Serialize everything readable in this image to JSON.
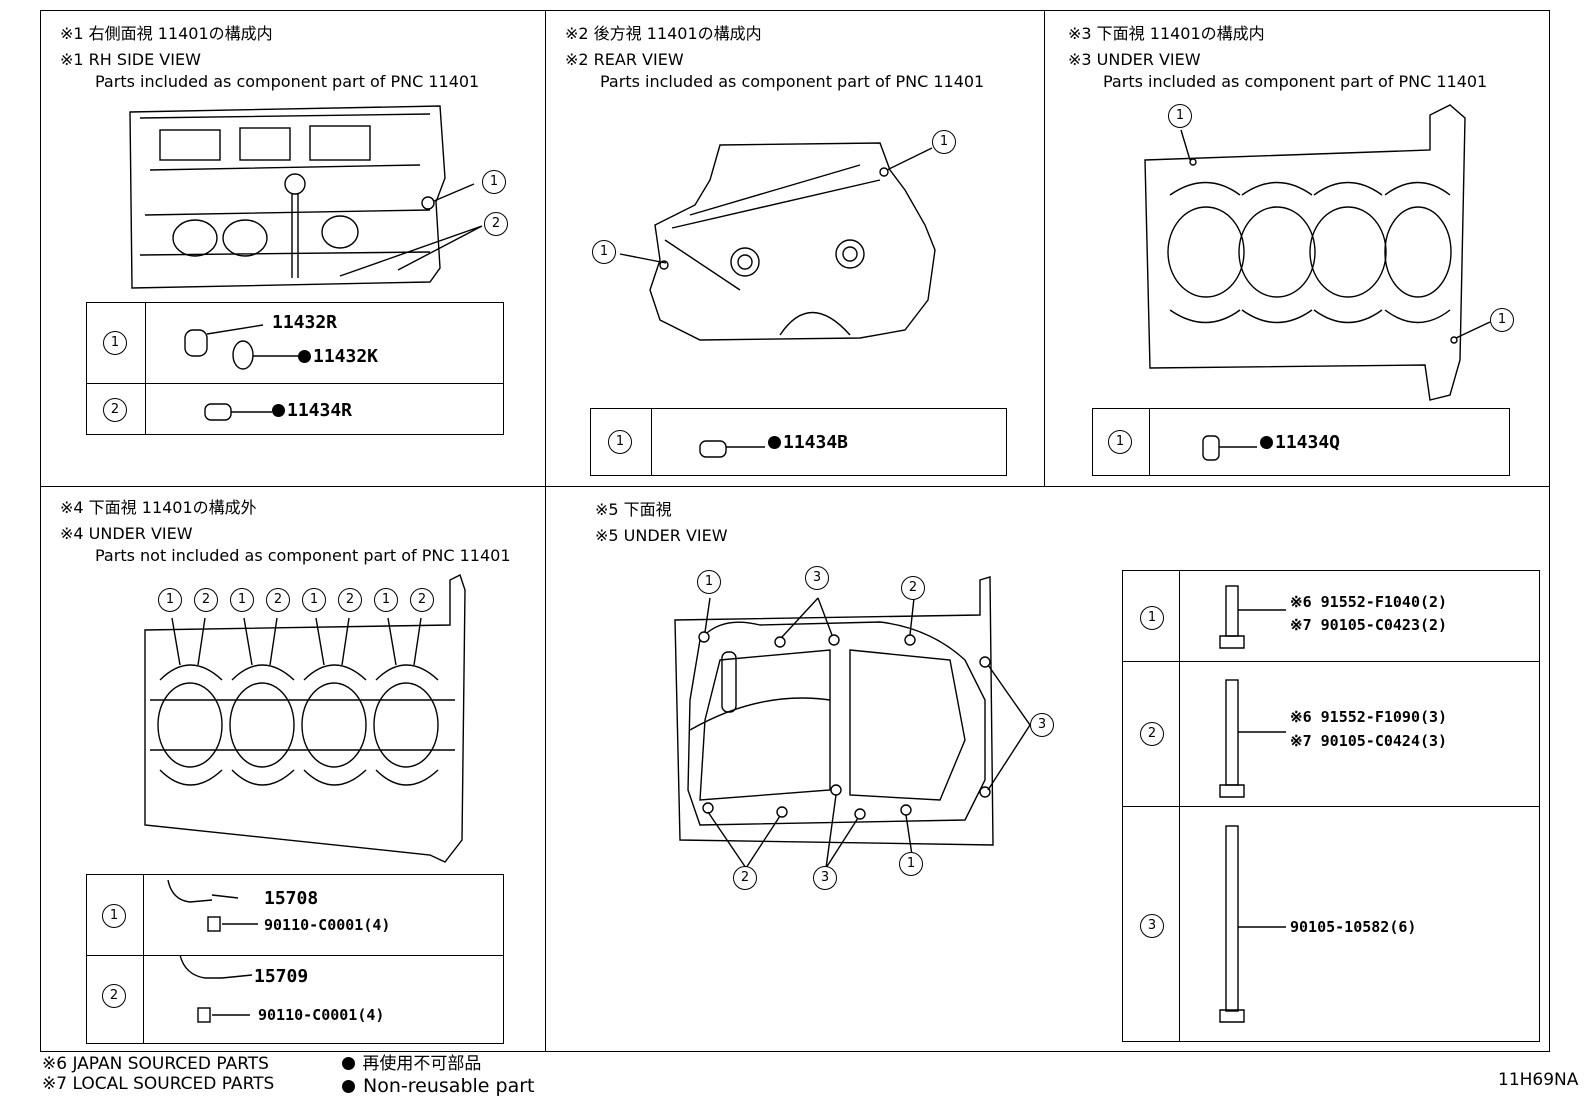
{
  "panels": {
    "p1": {
      "title_jp": "※1 右側面視 11401の構成内",
      "title_en": "※1 RH SIDE VIEW",
      "note": "Parts included as component part of PNC 11401",
      "rows": [
        {
          "index": "1",
          "part": "11432R",
          "part2": "11432K"
        },
        {
          "index": "2",
          "part": "11434R"
        }
      ],
      "callouts": [
        "1",
        "2"
      ]
    },
    "p2": {
      "title_jp": "※2 後方視 11401の構成内",
      "title_en": "※2 REAR VIEW",
      "note": "Parts included as component part of PNC 11401",
      "rows": [
        {
          "index": "1",
          "part": "11434B"
        }
      ],
      "callouts": [
        "1",
        "1"
      ]
    },
    "p3": {
      "title_jp": "※3 下面視 11401の構成内",
      "title_en": "※3 UNDER VIEW",
      "note": "Parts included as component part of PNC 11401",
      "rows": [
        {
          "index": "1",
          "part": "11434Q"
        }
      ],
      "callouts": [
        "1",
        "1"
      ]
    },
    "p4": {
      "title_jp": "※4 下面視 11401の構成外",
      "title_en": "※4 UNDER VIEW",
      "note": "Parts not included as component part of PNC 11401",
      "callouts": [
        "1",
        "2",
        "1",
        "2",
        "1",
        "2",
        "1",
        "2"
      ],
      "rows": [
        {
          "index": "1",
          "part": "15708",
          "sub": "90110-C0001(4)"
        },
        {
          "index": "2",
          "part": "15709",
          "sub": "90110-C0001(4)"
        }
      ]
    },
    "p5": {
      "title_jp": "※5 下面視",
      "title_en": "※5 UNDER VIEW",
      "callouts": [
        "1",
        "3",
        "2",
        "3",
        "2",
        "3",
        "1"
      ],
      "rows": [
        {
          "index": "1",
          "line1": "※6 91552-F1040(2)",
          "line2": "※7 90105-C0423(2)"
        },
        {
          "index": "2",
          "line1": "※6 91552-F1090(3)",
          "line2": "※7 90105-C0424(3)"
        },
        {
          "index": "3",
          "line1": "90105-10582(6)"
        }
      ]
    }
  },
  "legend": {
    "l1": "※6 JAPAN SOURCED PARTS",
    "l2": "※7 LOCAL SOURCED PARTS",
    "jp": "再使用不可部品",
    "en": "Non-reusable part"
  },
  "code": "11H69NA"
}
